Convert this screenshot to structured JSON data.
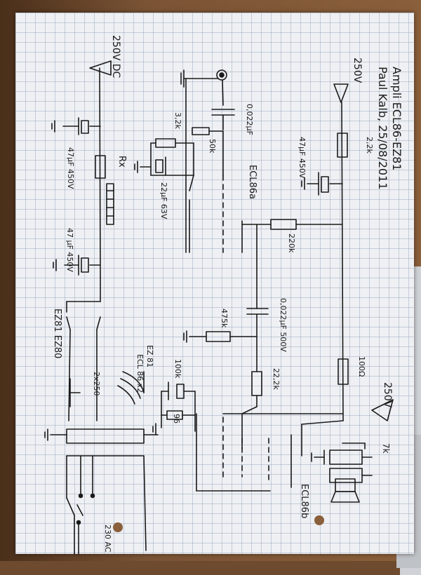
{
  "title": {
    "line1": "Ampli ECL86-EZ81",
    "line2": "Paul Kalb, 25/08/2011"
  },
  "labels": {
    "supply_dc": "250V DC",
    "supply_top": "250V",
    "supply_out": "250V",
    "tube_a": "ECL86a",
    "tube_b": "ECL86b",
    "rectifier": "EZ81 EZ80",
    "heater": "EZ 81",
    "heater_tubes": "ECL 86 x2",
    "transformer": "2x250",
    "mains": "230 AC",
    "rx": "Rx",
    "cap_in": "0,022μF",
    "cap_mid": "0,022μF 500V",
    "cap_filter_top": "47μF 450V",
    "cap_filter_dc1": "47μF 450V",
    "cap_filter_dc2": "47 μF 450V",
    "cap_cathode": "22μF 63V",
    "r_cathode": "3,2k",
    "pot_volume": "50k",
    "r_plate": "220k",
    "r_grid": "475k",
    "r_drop": "2,2k",
    "r_series": "22,2k",
    "r_100": "100Ω",
    "r_100k": "100k",
    "r_96": "96",
    "r_7k": "7k"
  },
  "colors": {
    "ink": "#1a1a1a",
    "paper": "#eef0f3",
    "grid": "#8c9ab0"
  }
}
